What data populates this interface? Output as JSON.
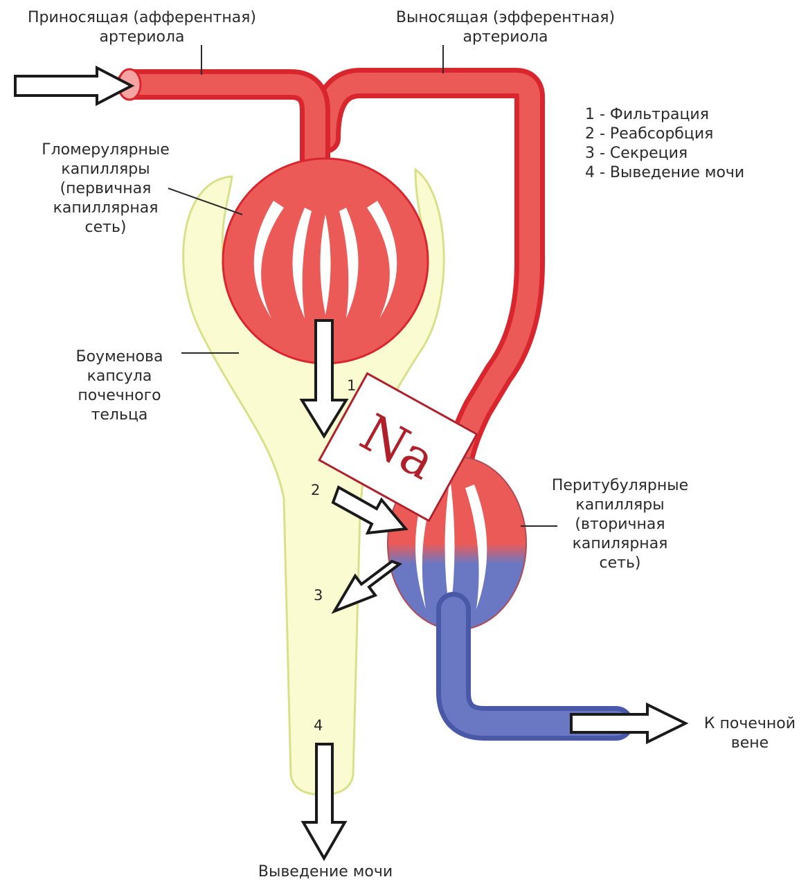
{
  "labels": {
    "afferent": "Приносящая (афферентная)\nартериола",
    "efferent": "Выносящая (эфферентная)\nартериола",
    "glomerular": "Гломерулярные\nкапилляры\n(первичная\nкапиллярная\nсеть)",
    "bowman": "Боуменова\nкапсула\nпочечного\nтельца",
    "peritubular": "Перитубулярные\nкапилляры\n(вторичная\nкапилярная\nсеть)",
    "renal_vein": "К почечной\nвене",
    "urine_out": "Выведение мочи"
  },
  "legend": [
    "1 - Фильтрация",
    "2 - Реабсорбция",
    "3 - Секреция",
    "4 - Выведение мочи"
  ],
  "numbers": [
    "1",
    "2",
    "3",
    "4"
  ],
  "sticker": "Na",
  "colors": {
    "artery": "#ec5a58",
    "artery_dark": "#d9262e",
    "vein": "#6a78c4",
    "capsule": "#fbfbd2",
    "capsule_edge": "#d9e08a",
    "sticker_red": "#b0202a"
  }
}
